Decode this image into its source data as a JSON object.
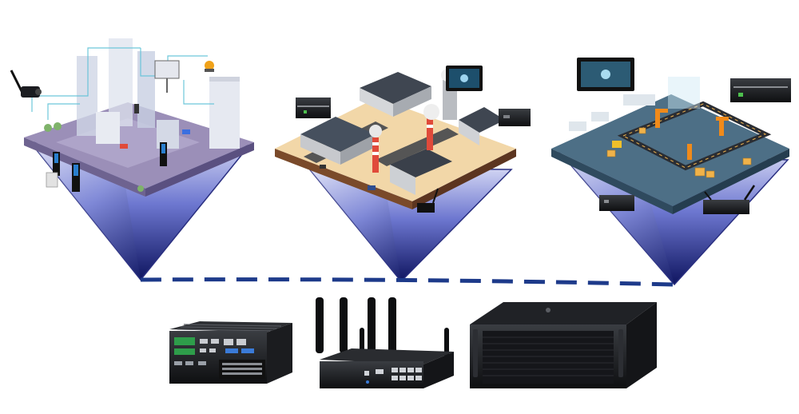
{
  "scene": {
    "background": "#ffffff",
    "dash_color": "#1d3a8a",
    "pyramid_colors": {
      "top": "#c9cdf0",
      "mid": "#5b66c8",
      "tip": "#0f1560"
    }
  },
  "islands": [
    {
      "id": "smart-city",
      "icon": "city-island-illustration",
      "ground": "#9b8fb8",
      "accent": "#5fc2d8"
    },
    {
      "id": "industrial-plant",
      "icon": "factory-island-illustration",
      "ground": "#f2d7a8",
      "accent": "#c0392b"
    },
    {
      "id": "smart-factory",
      "icon": "assembly-line-island-illustration",
      "ground": "#4d6f86",
      "accent": "#f0b24a"
    }
  ],
  "devices": [
    {
      "id": "rugged-fanless-computer",
      "icon": "embedded-pc-icon"
    },
    {
      "id": "5g-router",
      "icon": "router-with-antennas-icon"
    },
    {
      "id": "rackmount-server",
      "icon": "4u-rack-server-icon"
    }
  ]
}
